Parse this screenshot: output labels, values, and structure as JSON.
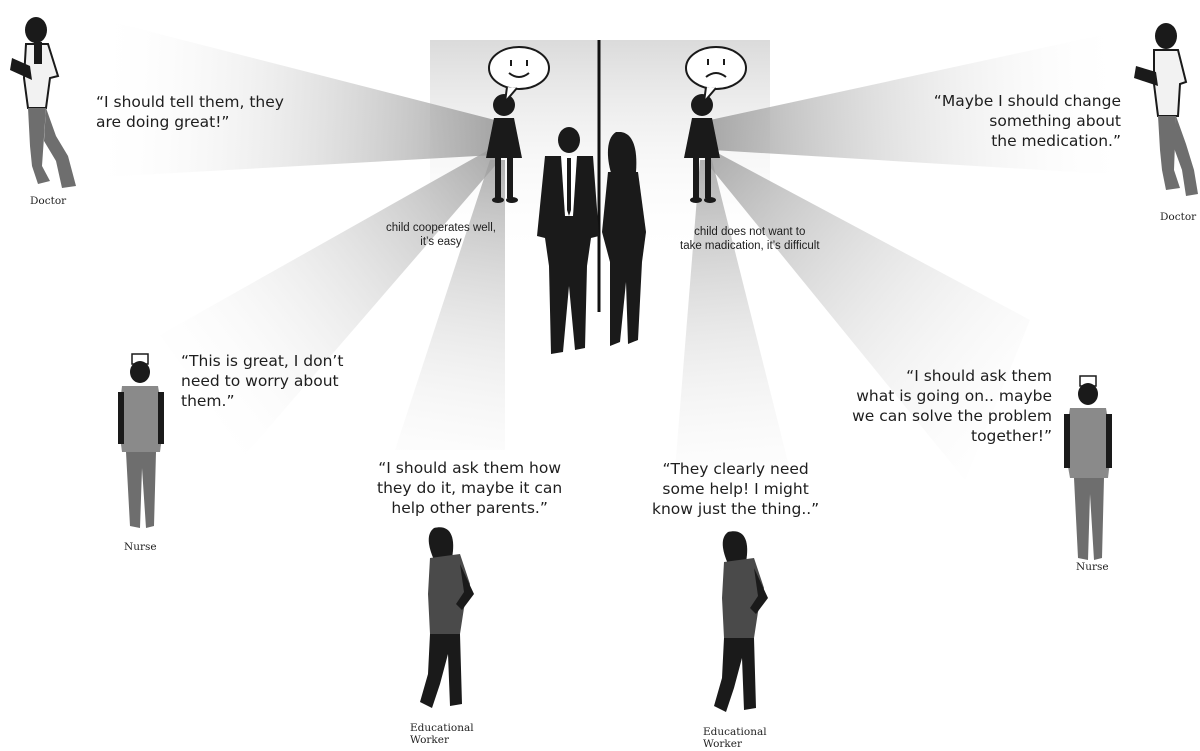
{
  "left": {
    "doctor": {
      "role": "Doctor",
      "quote": "“I should tell them, they\nare doing great!”"
    },
    "nurse": {
      "role": "Nurse",
      "quote": "“This is great, I don’t\nneed to worry about\nthem.”"
    },
    "educational_worker": {
      "role": "Educational\nWorker",
      "quote": "“I should ask them how\nthey do it, maybe it can\nhelp other parents.”"
    },
    "child": {
      "caption": "child cooperates well,\nit’s easy",
      "mood": "smiley-face-icon"
    }
  },
  "right": {
    "doctor": {
      "role": "Doctor",
      "quote": "“Maybe I should change\nsomething about\nthe medication.”"
    },
    "nurse": {
      "role": "Nurse",
      "quote": "“I should ask them\nwhat is going on.. maybe\nwe can solve the problem\ntogether!”"
    },
    "educational_worker": {
      "role": "Educational\nWorker",
      "quote": "“They clearly need\nsome help! I might\nknow just the thing..”"
    },
    "child": {
      "caption": "child does not want to\ntake madication, it’s difficult",
      "mood": "sad-face-icon"
    }
  },
  "colors": {
    "figure": "#1a1a1a",
    "figure_shade": "#6e6e6e",
    "beam": "#c9c9c9",
    "divider": "#111111"
  }
}
